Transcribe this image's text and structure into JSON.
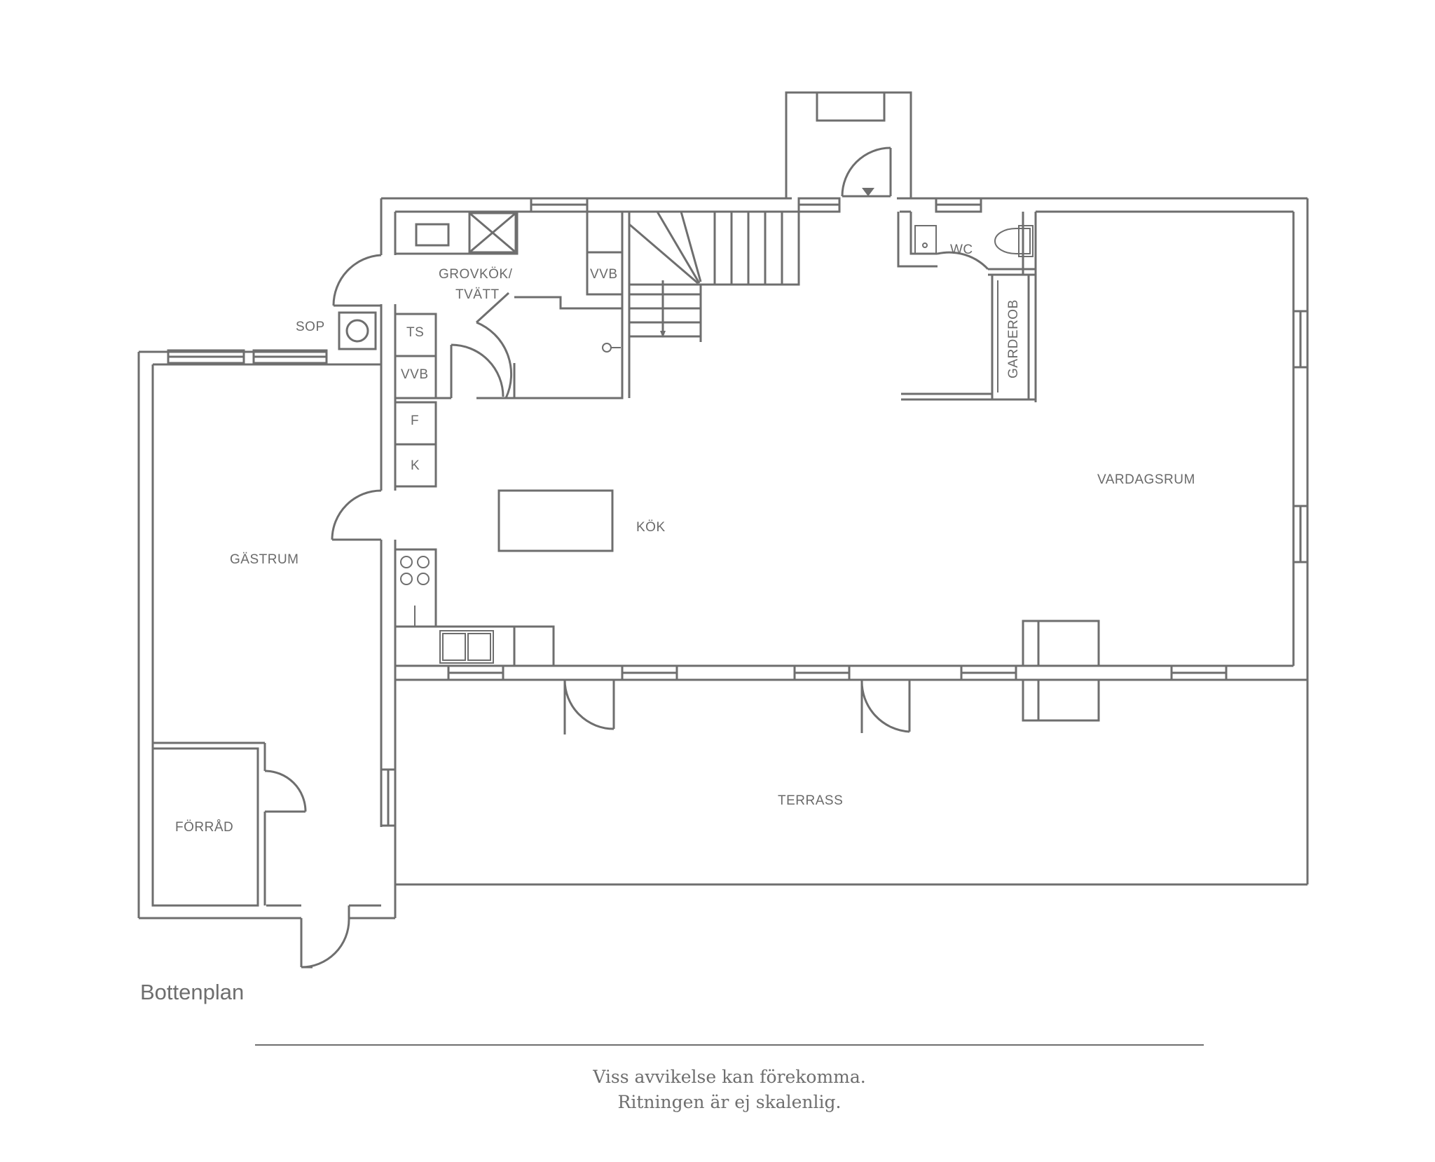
{
  "rooms": {
    "grovkok": "GROVKÖK/",
    "tvatt": "TVÄTT",
    "vvb_upper": "VVB",
    "sop": "SOP",
    "ts": "TS",
    "vvb_lower": "VVB",
    "f": "F",
    "k": "K",
    "wc": "WC",
    "garderob": "GARDEROB",
    "vardagsrum": "VARDAGSRUM",
    "kok": "KÖK",
    "gastrum": "GÄSTRUM",
    "forrad": "FÖRRÅD",
    "terrass": "TERRASS"
  },
  "caption": "Bottenplan",
  "disclaimer": {
    "line1": "Viss avvikelse kan förekomma.",
    "line2": "Ritningen är ej skalenlig."
  }
}
